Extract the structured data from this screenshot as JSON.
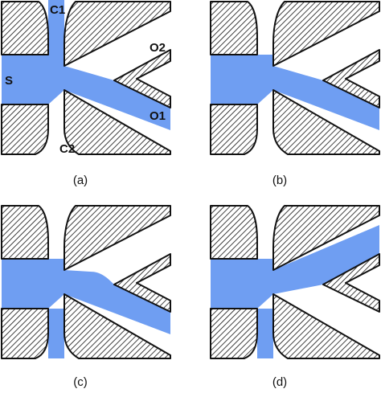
{
  "labels": {
    "inlet_s": "S",
    "control_c1": "C1",
    "control_c2": "C2",
    "outlet_o1": "O1",
    "outlet_o2": "O2"
  },
  "panels": [
    {
      "caption": "(a)",
      "state": "flow to O1 with control C1"
    },
    {
      "caption": "(b)",
      "state": "flow to O1"
    },
    {
      "caption": "(c)",
      "state": "flow to O1 with control C2"
    },
    {
      "caption": "(d)",
      "state": "flow to O2"
    }
  ],
  "colors": {
    "fluid": "#6f9ef2",
    "outline": "#111111",
    "hatch": "#111111",
    "background": "#ffffff"
  }
}
